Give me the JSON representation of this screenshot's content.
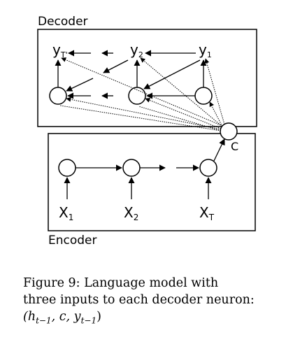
{
  "decoder_label": "Decoder",
  "encoder_label": "Encoder",
  "outputs": [
    {
      "base": "y",
      "sub": "T'"
    },
    {
      "base": "y",
      "sub": "2"
    },
    {
      "base": "y",
      "sub": "1"
    }
  ],
  "inputs": [
    {
      "base": "X",
      "sub": "1"
    },
    {
      "base": "X",
      "sub": "2"
    },
    {
      "base": "X",
      "sub": "T"
    }
  ],
  "context_label": "C",
  "caption": {
    "line1": "Figure 9: Language model with",
    "line2": "three inputs to each decoder neuron:",
    "line3": "(h",
    "line3_sub1": "t−1",
    "line3_mid": ", c, y",
    "line3_sub2": "t−1",
    "line3_end": ")"
  }
}
